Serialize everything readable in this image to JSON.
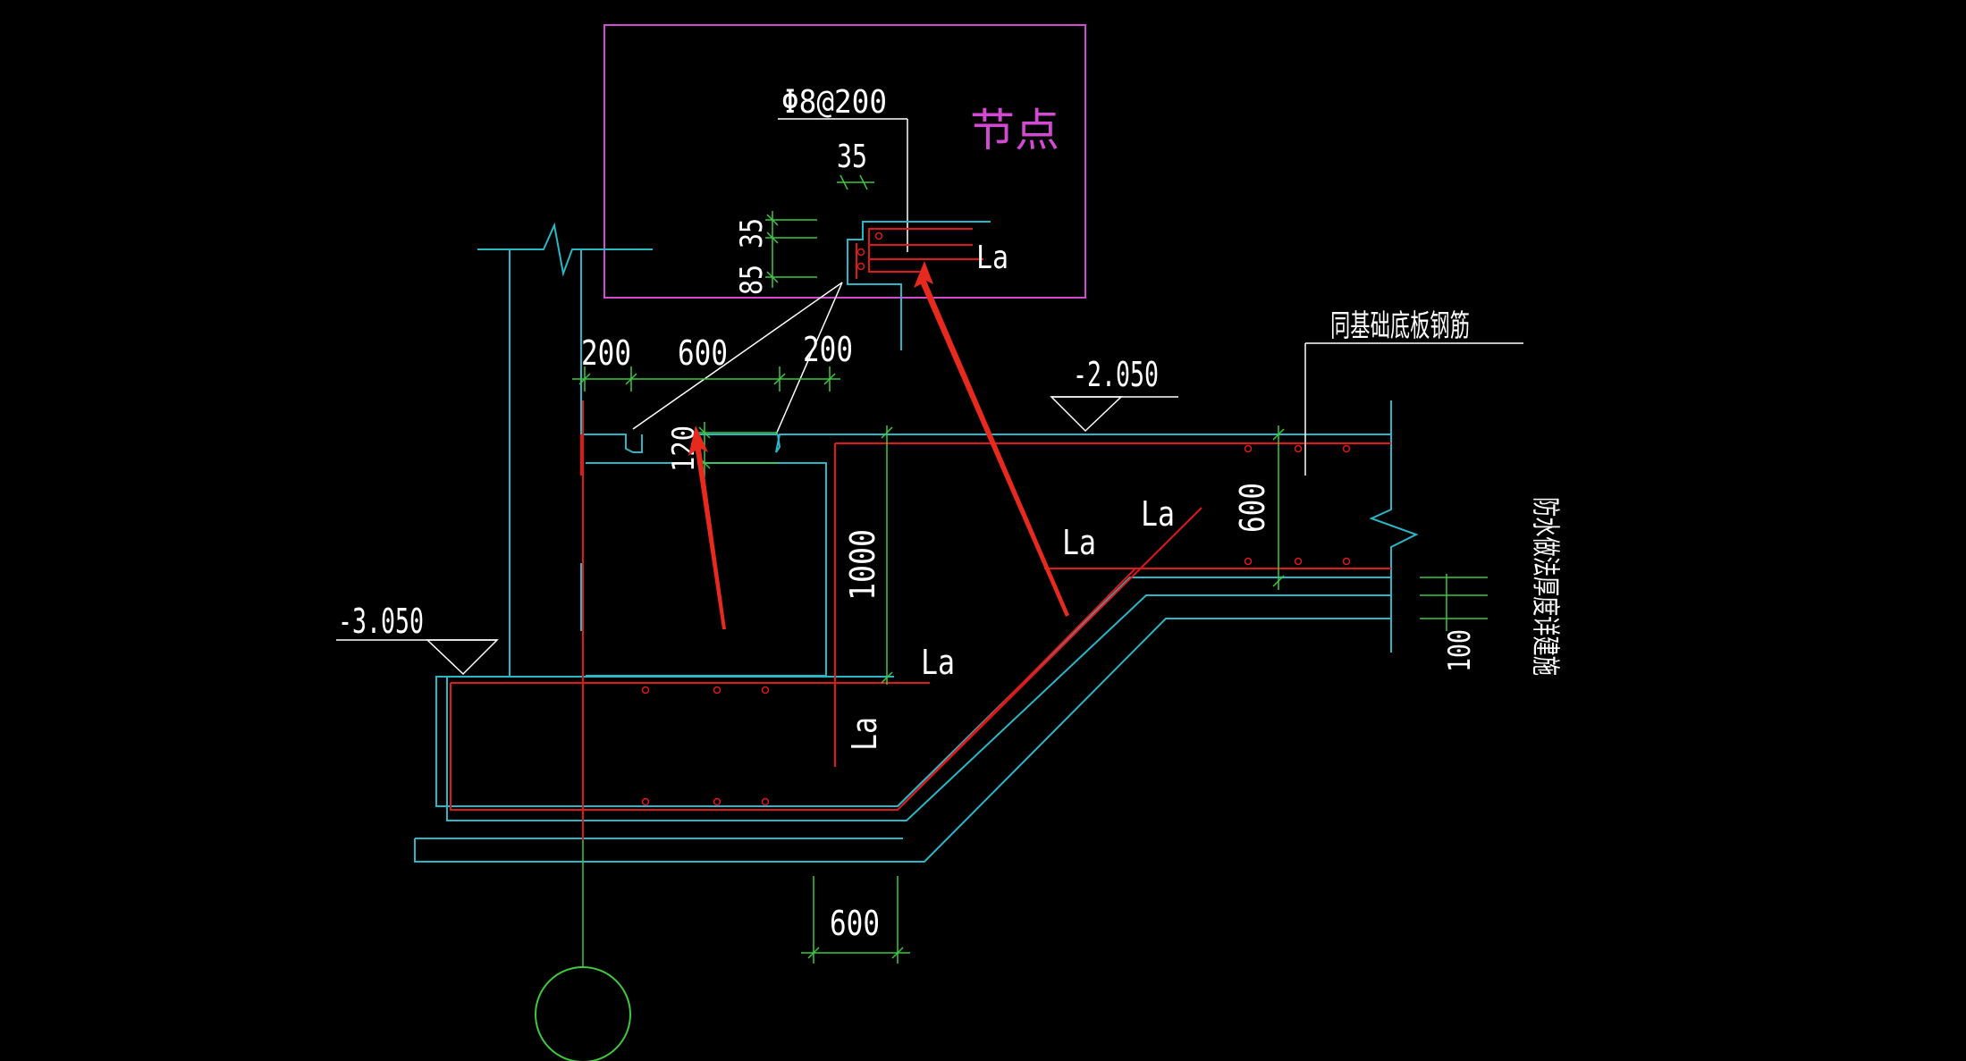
{
  "colors": {
    "background": "#000000",
    "concrete": "#29b6c6",
    "rebar": "#e01818",
    "dimension": "#3ec83e",
    "text": "#ffffff",
    "detail_box": "#d24ad2",
    "detail_label": "#d24ad2",
    "leader": "#ffffff",
    "arrow": "#e82a1e",
    "rebar_dot": "#e01818"
  },
  "detail": {
    "label": "节点",
    "rebar_spec": "Φ8@200",
    "dim_35_top": "35",
    "dim_35_left": "35",
    "dim_85": "85",
    "la": "La"
  },
  "dims": {
    "d200_left": "200",
    "d600_top": "600",
    "d200_right": "200",
    "d120": "120",
    "d1000": "1000",
    "d600_right": "600",
    "d100": "100",
    "d600_bottom": "600"
  },
  "levels": {
    "left": "-3.050",
    "right": "-2.050"
  },
  "notes": {
    "slab_rebar": "同基础底板钢筋",
    "waterproof": "防水做法厚度详建施"
  },
  "anchorage": {
    "la_1": "La",
    "la_2": "La",
    "la_3": "La",
    "la_4": "La"
  },
  "icons": {
    "axis_bubble": "axis-bubble-icon",
    "break_mark": "break-line-icon",
    "level_marker": "level-triangle-icon",
    "arrow": "red-arrow-icon"
  }
}
